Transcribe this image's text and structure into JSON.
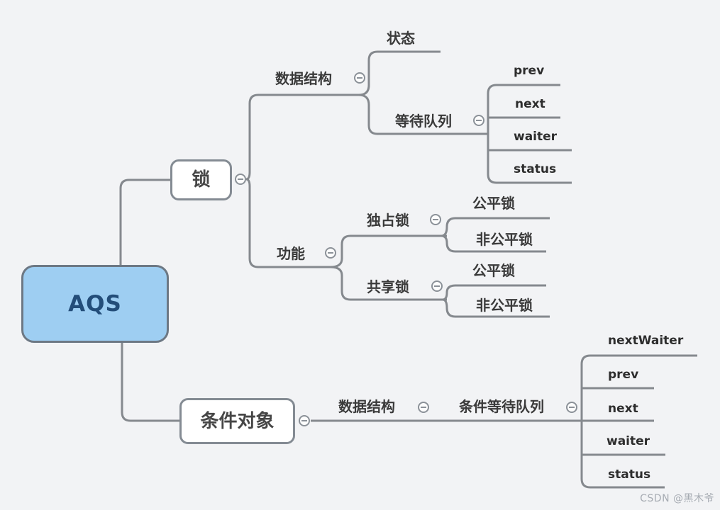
{
  "watermark": "CSDN @黑木爷",
  "colors": {
    "background": "#f2f3f5",
    "connector": "#85898e",
    "node_border": "#848b93",
    "root_fill": "#9ecef2",
    "root_border": "#6d7884",
    "root_text": "#234d79",
    "label_text": "#3a3a3a",
    "watermark_text": "#a6abb2"
  },
  "icons": {
    "collapse_button": "minus-circle-icon"
  },
  "mindmap": {
    "root": "AQS",
    "branches": [
      {
        "label": "锁",
        "children": [
          {
            "label": "数据结构",
            "children": [
              {
                "label": "状态"
              },
              {
                "label": "等待队列",
                "children": [
                  {
                    "label": "prev"
                  },
                  {
                    "label": "next"
                  },
                  {
                    "label": "waiter"
                  },
                  {
                    "label": "status"
                  }
                ]
              }
            ]
          },
          {
            "label": "功能",
            "children": [
              {
                "label": "独占锁",
                "children": [
                  {
                    "label": "公平锁"
                  },
                  {
                    "label": "非公平锁"
                  }
                ]
              },
              {
                "label": "共享锁",
                "children": [
                  {
                    "label": "公平锁"
                  },
                  {
                    "label": "非公平锁"
                  }
                ]
              }
            ]
          }
        ]
      },
      {
        "label": "条件对象",
        "children": [
          {
            "label": "数据结构",
            "children": [
              {
                "label": "条件等待队列",
                "children": [
                  {
                    "label": "nextWaiter"
                  },
                  {
                    "label": "prev"
                  },
                  {
                    "label": "next"
                  },
                  {
                    "label": "waiter"
                  },
                  {
                    "label": "status"
                  }
                ]
              }
            ]
          }
        ]
      }
    ]
  }
}
